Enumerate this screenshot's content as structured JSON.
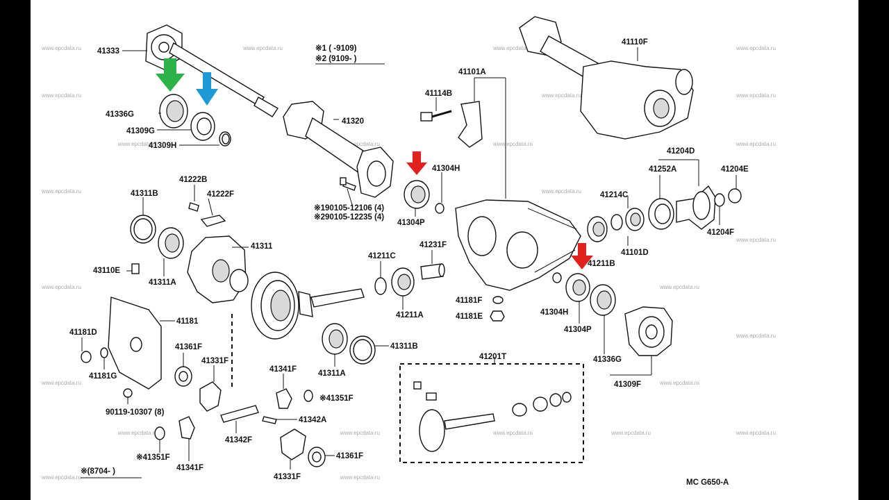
{
  "diagram": {
    "code": "MC G650-A",
    "watermark": "www.epcdata.ru",
    "notes": {
      "n1": "※1 (      -9109)",
      "n2": "※2 (9109-      )",
      "n3": "※(8704-      )",
      "bolt_a": "※190105-12106 (4)",
      "bolt_b": "※290105-12235 (4)",
      "bolt_c": "90119-10307 (8)"
    },
    "labels": {
      "p41333": "41333",
      "p41336g_a": "41336G",
      "p41309g_a": "41309G",
      "p41309h": "41309H",
      "p41320": "41320",
      "p41101a": "41101A",
      "p41114b": "41114B",
      "p41304h_a": "41304H",
      "p41304p_a": "41304P",
      "p41110f": "41110F",
      "p41204d": "41204D",
      "p41252a": "41252A",
      "p41204e": "41204E",
      "p41214c": "41214C",
      "p41101d": "41101D",
      "p41204f": "41204F",
      "p41222b": "41222B",
      "p41222f": "41222F",
      "p41311b_a": "41311B",
      "p41311": "41311",
      "p43110e": "43110E",
      "p41311a_a": "41311A",
      "p41211c": "41211C",
      "p41231f": "41231F",
      "p41211b": "41211B",
      "p41211a": "41211A",
      "p41181f": "41181F",
      "p41181e": "41181E",
      "p41304h_b": "41304H",
      "p41304p_b": "41304P",
      "p41181": "41181",
      "p41181d": "41181D",
      "p41181g": "41181G",
      "p41361f_a": "41361F",
      "p41331f_a": "41331F",
      "p41311a_b": "41311A",
      "p41311b_b": "41311B",
      "p41201t": "41201T",
      "p41336g_b": "41336G",
      "p41309f": "41309F",
      "p41341f_a": "41341F",
      "p41351f_a": "※41351F",
      "p41342a": "41342A",
      "p41342f": "41342F",
      "p41351f_b": "※41351F",
      "p41341f_b": "41341F",
      "p41331f_b": "41331F",
      "p41361f_b": "41361F"
    },
    "arrows": {
      "green": "#2bb34a",
      "blue": "#1c9ad6",
      "red": "#e0211d"
    }
  }
}
